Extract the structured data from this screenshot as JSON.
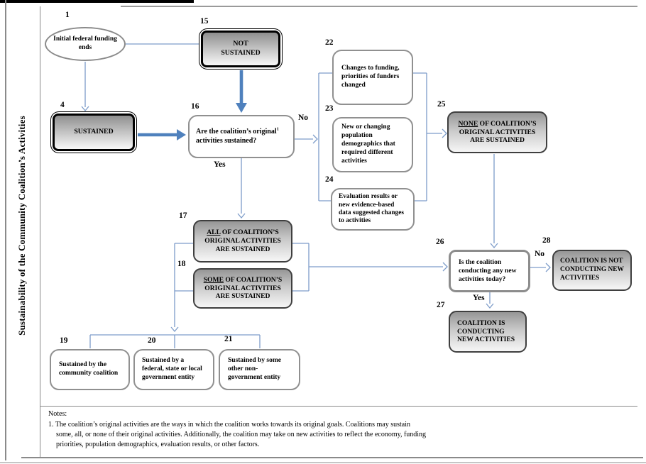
{
  "sidebar": {
    "title": "Sustainability of the Community Coalition’s Activities"
  },
  "diagram_type": "flowchart",
  "nodes": {
    "n1": {
      "num": "1",
      "text": "Initial federal funding ends"
    },
    "n15": {
      "num": "15",
      "text": "NOT SUSTAINED"
    },
    "n4": {
      "num": "4",
      "text": "SUSTAINED"
    },
    "n16": {
      "num": "16",
      "pre": "Are the coalition’s original",
      "sup": "1",
      "post": " activities sustained?"
    },
    "n22": {
      "num": "22",
      "text": "Changes to funding, priorities of funders changed"
    },
    "n23": {
      "num": "23",
      "text": "New or changing population demographics that required different activities"
    },
    "n24": {
      "num": "24",
      "text": "Evaluation results or new evidence-based data suggested changes to activities"
    },
    "n25": {
      "num": "25",
      "underlined": "NONE",
      "rest": " OF COALITION’S ORIGINAL  ACTIVITIES ARE SUSTAINED"
    },
    "n17": {
      "num": "17",
      "underlined": "ALL",
      "rest": " OF COALITION’S ORIGINAL  ACTIVITIES ARE SUSTAINED"
    },
    "n18": {
      "num": "18",
      "underlined": "SOME",
      "rest": " OF COALITION’S ORIGINAL  ACTIVITIES ARE SUSTAINED"
    },
    "n26": {
      "num": "26",
      "text": "Is the coalition conducting  any new activities today?"
    },
    "n28": {
      "num": "28",
      "text": "COALITION IS NOT CONDUCTING  NEW ACTIVITIES"
    },
    "n27": {
      "num": "27",
      "text": "COALITION IS CONDUCTING NEW ACTIVITIES"
    },
    "n19": {
      "num": "19",
      "text": "Sustained by the community coalition"
    },
    "n20": {
      "num": "20",
      "text": "Sustained by a federal, state or local government entity"
    },
    "n21": {
      "num": "21",
      "text": "Sustained by some other non-government entity"
    }
  },
  "edge_labels": {
    "no_original": "No",
    "yes_original": "Yes",
    "no_new": "No",
    "yes_new": "Yes"
  },
  "notes": {
    "heading": "Notes:",
    "line1": "1. The coalition’s original activities are the ways in which the coalition works towards its original goals.   Coalitions may sustain",
    "line2": "some, all, or none of their original activities.  Additionally, the coalition may take on new activities to reflect the economy, funding",
    "line3": "priorities,  population demographics, evaluation results, or other factors."
  },
  "colors": {
    "thick_arrow_blue": "#4f81bd",
    "thin_line_blue": "#7d9cc9",
    "box_border_gray": "#909090",
    "gradient_top_gray": "#969696"
  }
}
